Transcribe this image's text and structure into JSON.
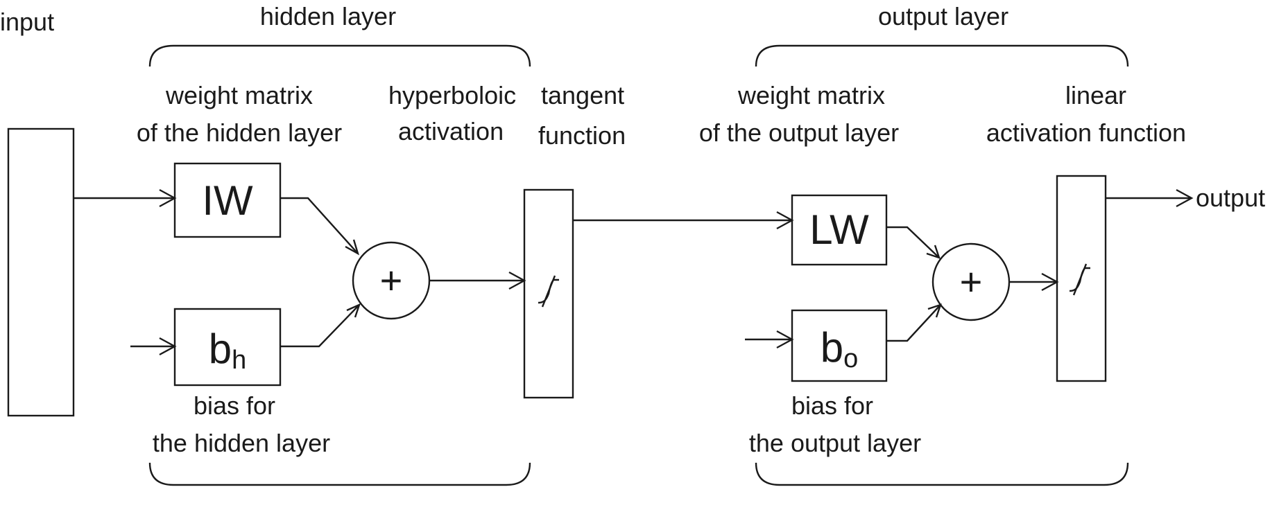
{
  "labels": {
    "input": "input",
    "output": "output",
    "hidden_layer": "hidden layer",
    "output_layer": "output layer",
    "hidden_weight_line1": "weight matrix",
    "hidden_weight_line2": "of the hidden layer",
    "activation_tanh_a": "hyperboloic",
    "activation_tanh_b": "tangent",
    "activation_tanh_c": "activation",
    "activation_tanh_d": "function",
    "output_weight_line1": "weight matrix",
    "output_weight_line2": "of the output layer",
    "linear_line1": "linear",
    "linear_line2": "activation function",
    "hidden_bias_line1": "bias for",
    "hidden_bias_line2": "the hidden layer",
    "output_bias_line1": "bias for",
    "output_bias_line2": "the output layer"
  },
  "blocks": {
    "iw": "IW",
    "lw": "LW",
    "bh_base": "b",
    "bh_sub": "h",
    "bo_base": "b",
    "bo_sub": "o",
    "sum_symbol": "+"
  }
}
